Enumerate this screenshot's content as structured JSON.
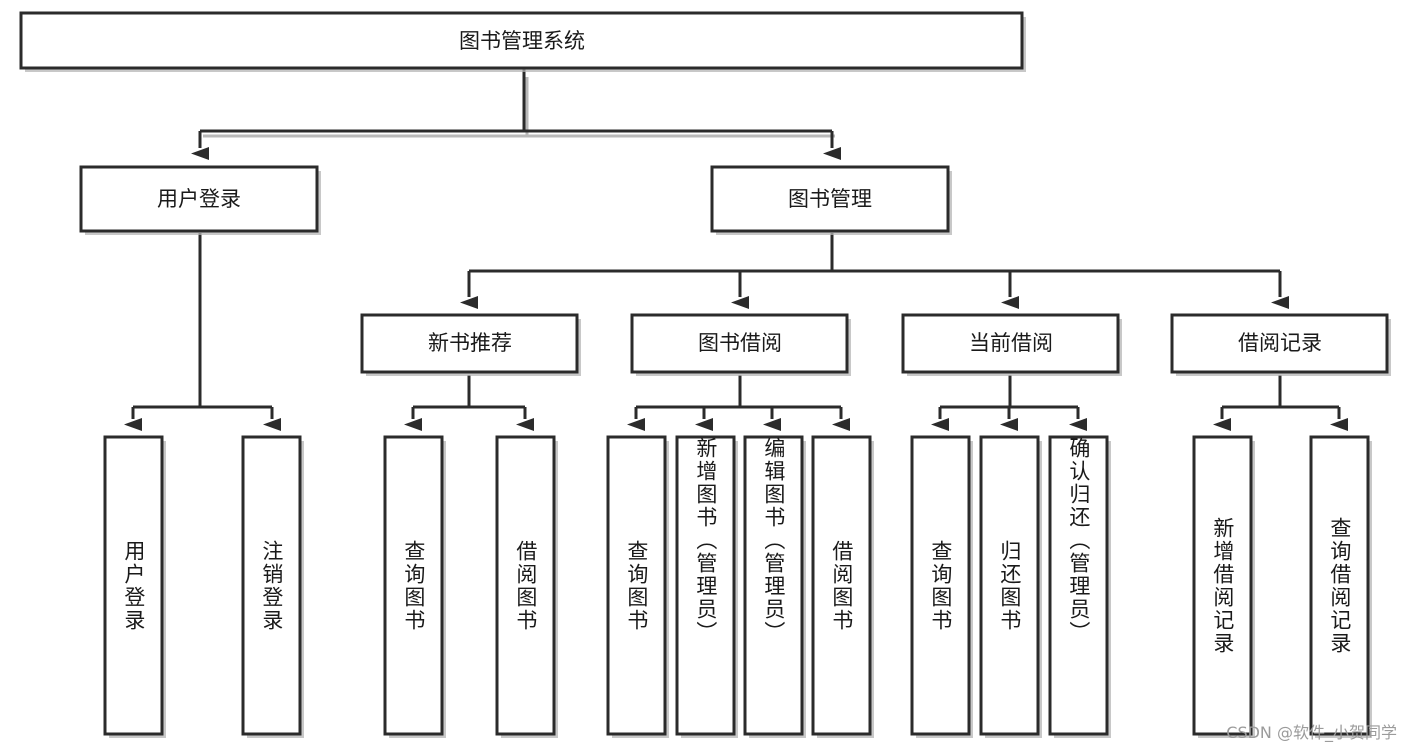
{
  "diagram": {
    "type": "tree",
    "title": "图书管理系统",
    "watermark": "CSDN @软件_小贺同学",
    "root": {
      "id": "root",
      "label": "图书管理系统"
    },
    "level2": [
      {
        "id": "user-login",
        "label": "用户登录"
      },
      {
        "id": "book-manage",
        "label": "图书管理"
      }
    ],
    "level3": [
      {
        "id": "new-book-recommend",
        "label": "新书推荐",
        "parent": "book-manage"
      },
      {
        "id": "book-borrow",
        "label": "图书借阅",
        "parent": "book-manage"
      },
      {
        "id": "current-borrow",
        "label": "当前借阅",
        "parent": "book-manage"
      },
      {
        "id": "borrow-record",
        "label": "借阅记录",
        "parent": "book-manage"
      }
    ],
    "leaves": [
      {
        "id": "leaf-user-login",
        "label": "用户登录",
        "parent": "user-login"
      },
      {
        "id": "leaf-logout-login",
        "label": "注销登录",
        "parent": "user-login"
      },
      {
        "id": "leaf-query-book-1",
        "label": "查询图书",
        "parent": "new-book-recommend"
      },
      {
        "id": "leaf-borrow-book-1",
        "label": "借阅图书",
        "parent": "new-book-recommend"
      },
      {
        "id": "leaf-query-book-2",
        "label": "查询图书",
        "parent": "book-borrow"
      },
      {
        "id": "leaf-add-book",
        "label": "新增图书（管理员）",
        "parent": "book-borrow"
      },
      {
        "id": "leaf-edit-book",
        "label": "编辑图书（管理员）",
        "parent": "book-borrow"
      },
      {
        "id": "leaf-borrow-book-2",
        "label": "借阅图书",
        "parent": "book-borrow"
      },
      {
        "id": "leaf-query-book-3",
        "label": "查询图书",
        "parent": "current-borrow"
      },
      {
        "id": "leaf-return-book",
        "label": "归还图书",
        "parent": "current-borrow"
      },
      {
        "id": "leaf-confirm-return",
        "label": "确认归还（管理员）",
        "parent": "current-borrow"
      },
      {
        "id": "leaf-add-record",
        "label": "新增借阅记录",
        "parent": "borrow-record"
      },
      {
        "id": "leaf-query-record",
        "label": "查询借阅记录",
        "parent": "borrow-record"
      }
    ],
    "colors": {
      "stroke": "#2b2b2b",
      "fill": "#ffffff",
      "shadow": "#b6b6b6",
      "text": "#1a1a1a",
      "watermark": "#9b9b9b"
    }
  }
}
